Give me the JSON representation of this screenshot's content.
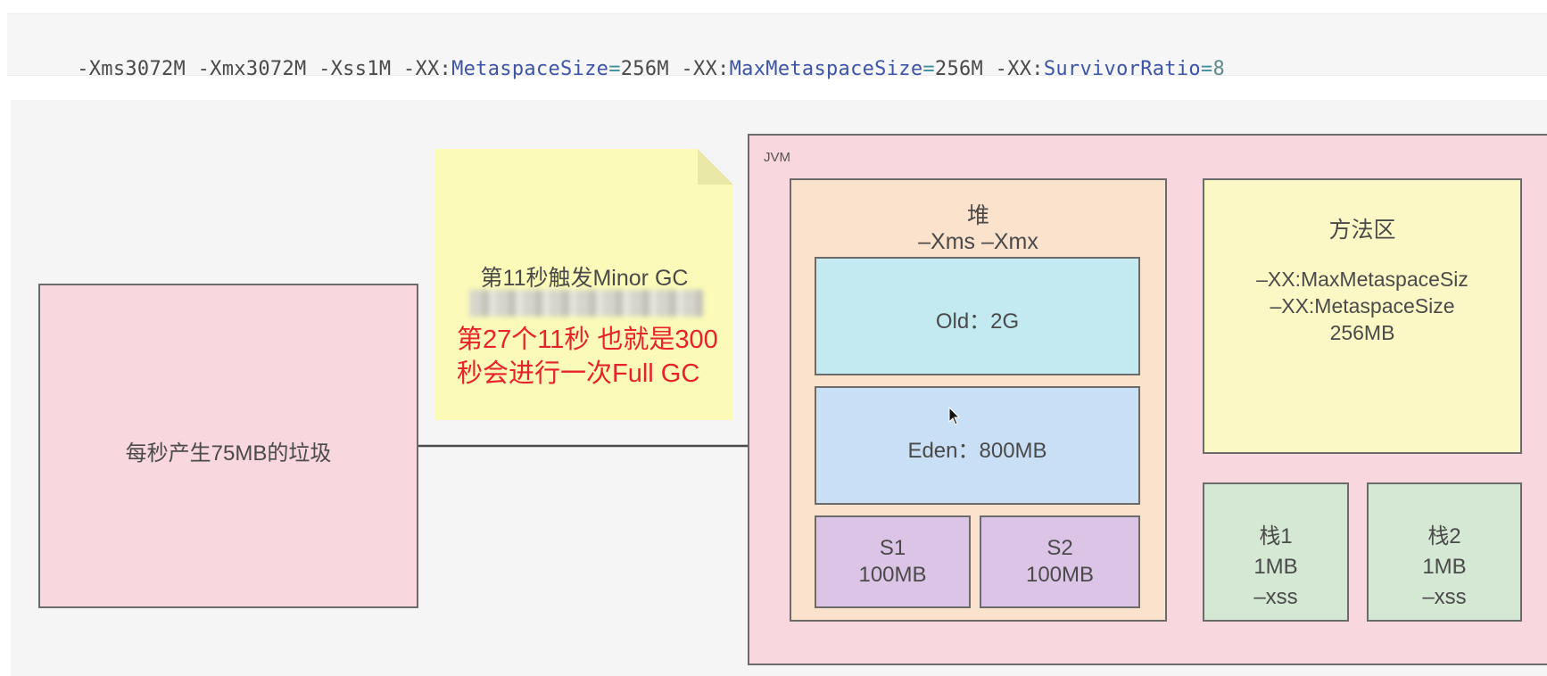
{
  "code": {
    "parts": [
      {
        "t": "-Xms3072M -Xmx3072M -Xss1M -XX:",
        "c": "plain"
      },
      {
        "t": "MetaspaceSize",
        "c": "kw"
      },
      {
        "t": "=",
        "c": "eq"
      },
      {
        "t": "256M -XX:",
        "c": "plain"
      },
      {
        "t": "MaxMetaspaceSize",
        "c": "kw"
      },
      {
        "t": "=",
        "c": "eq"
      },
      {
        "t": "256M -XX:",
        "c": "plain"
      },
      {
        "t": "SurvivorRatio",
        "c": "kw"
      },
      {
        "t": "=",
        "c": "eq"
      },
      {
        "t": "8",
        "c": "num"
      }
    ]
  },
  "garbage": {
    "label": "每秒产生75MB的垃圾"
  },
  "note": {
    "title": "第11秒触发Minor GC",
    "red_line1": "第27个11秒 也就是300",
    "red_line2": "秒会进行一次Full GC"
  },
  "jvm": {
    "label": "JVM"
  },
  "heap": {
    "title": "堆",
    "subtitle": "–Xms –Xmx",
    "old": "Old：2G",
    "eden": "Eden：800MB",
    "s1": {
      "name": "S1",
      "size": "100MB"
    },
    "s2": {
      "name": "S2",
      "size": "100MB"
    }
  },
  "method_area": {
    "title": "方法区",
    "line1": "–XX:MaxMetaspaceSiz",
    "line2": "–XX:MetaspaceSize",
    "line3": "256MB"
  },
  "stacks": [
    {
      "name": "栈1",
      "size": "1MB",
      "flag": "–xss"
    },
    {
      "name": "栈2",
      "size": "1MB",
      "flag": "–xss"
    }
  ],
  "colors": {
    "arrow": "#4a4a4a",
    "note_red": "#e8222a"
  }
}
